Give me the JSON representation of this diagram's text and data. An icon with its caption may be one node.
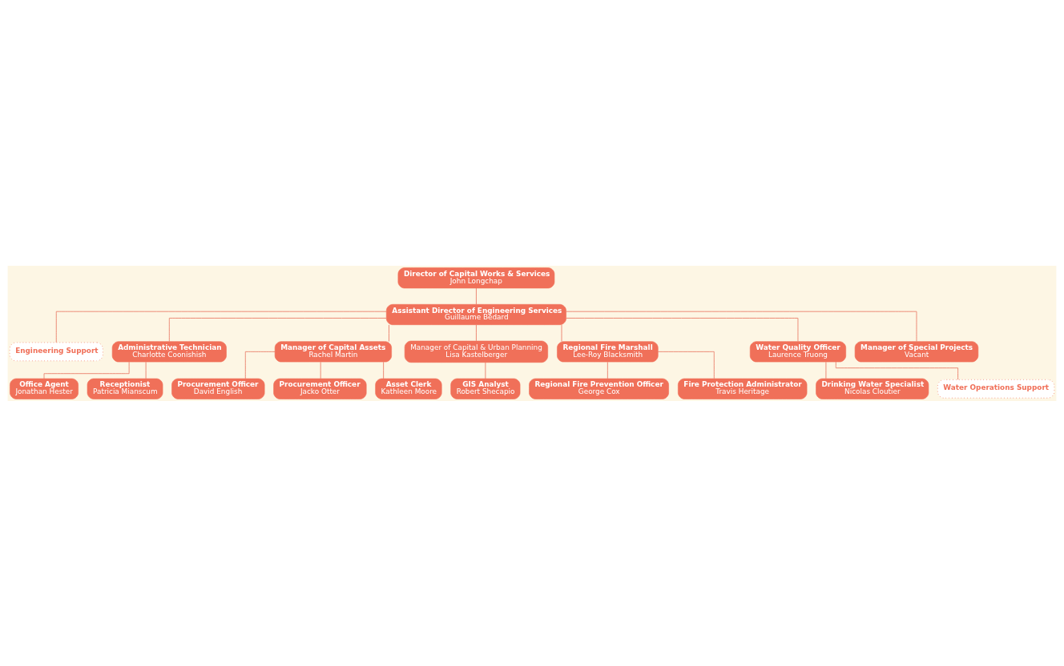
{
  "diagram": {
    "nodes": [
      {
        "text": [
          "Director of Capital Works & Services",
          "John Longchap"
        ]
      },
      {
        "text": [
          "Assistant Director of Engineering Services",
          "Guillaume Bédard"
        ]
      },
      {
        "text": [
          "Engineering Support"
        ]
      },
      {
        "text": [
          "Administrative Technician",
          "Charlotte Coonishish"
        ]
      },
      {
        "text": [
          "Manager of Capital Assets",
          "Rachel Martin"
        ]
      },
      {
        "text": [
          "Manager of Capital & Urban Planning",
          "Lisa Kastelberger"
        ]
      },
      {
        "text": [
          "Regional Fire Marshall",
          "Lee-Roy Blacksmith"
        ]
      },
      {
        "text": [
          "Water Quality Officer",
          "Laurence Truong"
        ]
      },
      {
        "text": [
          "Manager of Special Projects",
          "Vacant"
        ]
      },
      {
        "text": [
          "Office Agent",
          "Jonathan Hester"
        ]
      },
      {
        "text": [
          "Receptionist",
          "Patricia Mianscum"
        ]
      },
      {
        "text": [
          "Procurement Officer",
          "David English"
        ]
      },
      {
        "text": [
          "Procurement Officer",
          "Jacko Otter"
        ]
      },
      {
        "text": [
          "Asset Clerk",
          "Kathleen Moore"
        ]
      },
      {
        "text": [
          "GIS Analyst",
          "Robert Shecapio"
        ]
      },
      {
        "text": [
          "Regional Fire Prevention Officer",
          "George Cox"
        ]
      },
      {
        "text": [
          "Fire Protection Administrator",
          "Travis Heritage"
        ]
      },
      {
        "text": [
          "Drinking Water Specialist",
          "Nicolas Cloutier"
        ]
      },
      {
        "text": [
          "Water Operations Support"
        ]
      }
    ],
    "edges": [
      {
        "from": 0,
        "to": 1,
        "arrow": "none"
      },
      {
        "from": 1,
        "to": 2,
        "arrow": "none"
      },
      {
        "from": 1,
        "to": 3,
        "arrow": "none"
      },
      {
        "from": 1,
        "to": 4,
        "arrow": "none"
      },
      {
        "from": 1,
        "to": 5,
        "arrow": "none"
      },
      {
        "from": 1,
        "to": 6,
        "arrow": "none"
      },
      {
        "from": 1,
        "to": 7,
        "arrow": "none"
      },
      {
        "from": 1,
        "to": 8,
        "arrow": "none"
      },
      {
        "from": 3,
        "to": 9,
        "arrow": "none"
      },
      {
        "from": 3,
        "to": 10,
        "arrow": "none"
      },
      {
        "from": 4,
        "to": 11,
        "arrow": "none"
      },
      {
        "from": 4,
        "to": 12,
        "arrow": "none"
      },
      {
        "from": 4,
        "to": 13,
        "arrow": "none"
      },
      {
        "from": 5,
        "to": 14,
        "arrow": "none"
      },
      {
        "from": 6,
        "to": 15,
        "arrow": "none"
      },
      {
        "from": 6,
        "to": 16,
        "arrow": "none"
      },
      {
        "from": 7,
        "to": 17,
        "arrow": "none"
      },
      {
        "from": 7,
        "to": 18,
        "arrow": "none"
      }
    ]
  }
}
